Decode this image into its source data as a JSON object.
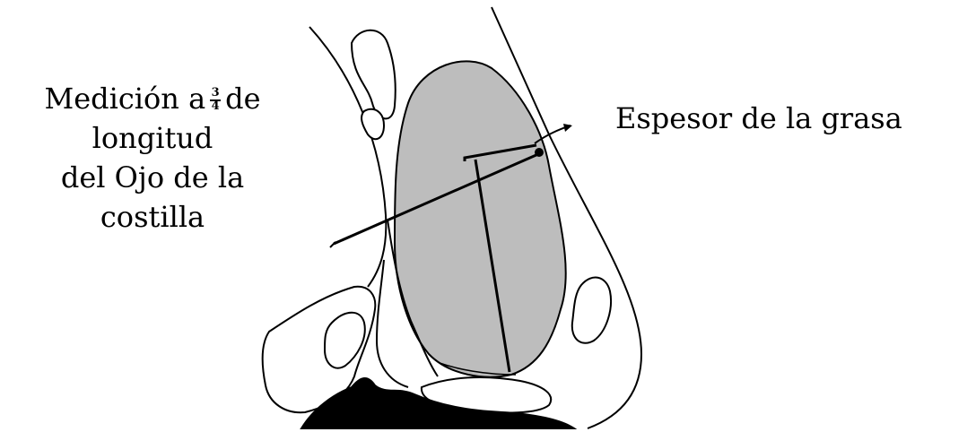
{
  "labels": {
    "measurement": {
      "line1_before": "Medición a",
      "fraction_numerator": "3",
      "fraction_denominator": "4",
      "line1_after": "de",
      "line2": "longitud",
      "line3": "del Ojo de la",
      "line4": "costilla"
    },
    "fat_thickness": "Espesor de la grasa"
  }
}
